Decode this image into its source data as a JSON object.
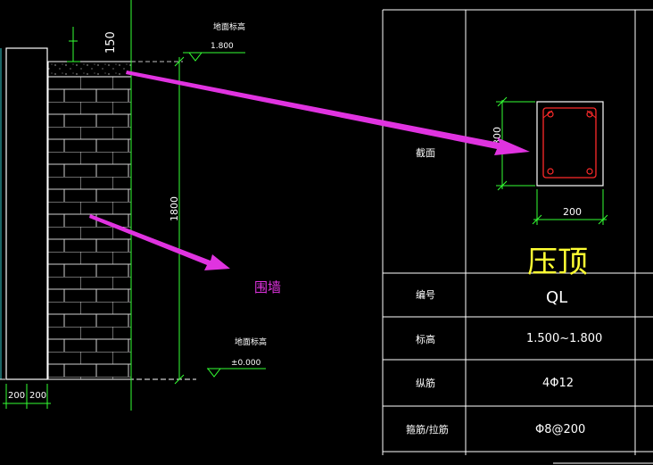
{
  "labels": {
    "ground_label_top": "地面标高",
    "ground_value_top": "1.800",
    "ground_label_bottom": "地面标高",
    "ground_value_bottom": "±0.000",
    "dim_150": "150",
    "dim_1800": "1800",
    "dim_200_left": "200",
    "dim_200_right": "200",
    "wall_annotation": "围墙",
    "section_dim_width": "200",
    "section_dim_height": "300"
  },
  "table": {
    "title": "压顶",
    "rows": [
      {
        "key": "截面",
        "value": ""
      },
      {
        "key": "编号",
        "value": "QL"
      },
      {
        "key": "标高",
        "value": "1.500~1.800"
      },
      {
        "key": "纵筋",
        "value": "4Φ12"
      },
      {
        "key": "箍筋/拉筋",
        "value": "Φ8@200"
      }
    ]
  },
  "colors": {
    "background": "#000000",
    "linework": "#ffffff",
    "dimension": "#33ff33",
    "rebar": "#ff2a2a",
    "title": "#ffff33",
    "annotation": "#e033e0",
    "wall_edge": "#33cccc"
  }
}
